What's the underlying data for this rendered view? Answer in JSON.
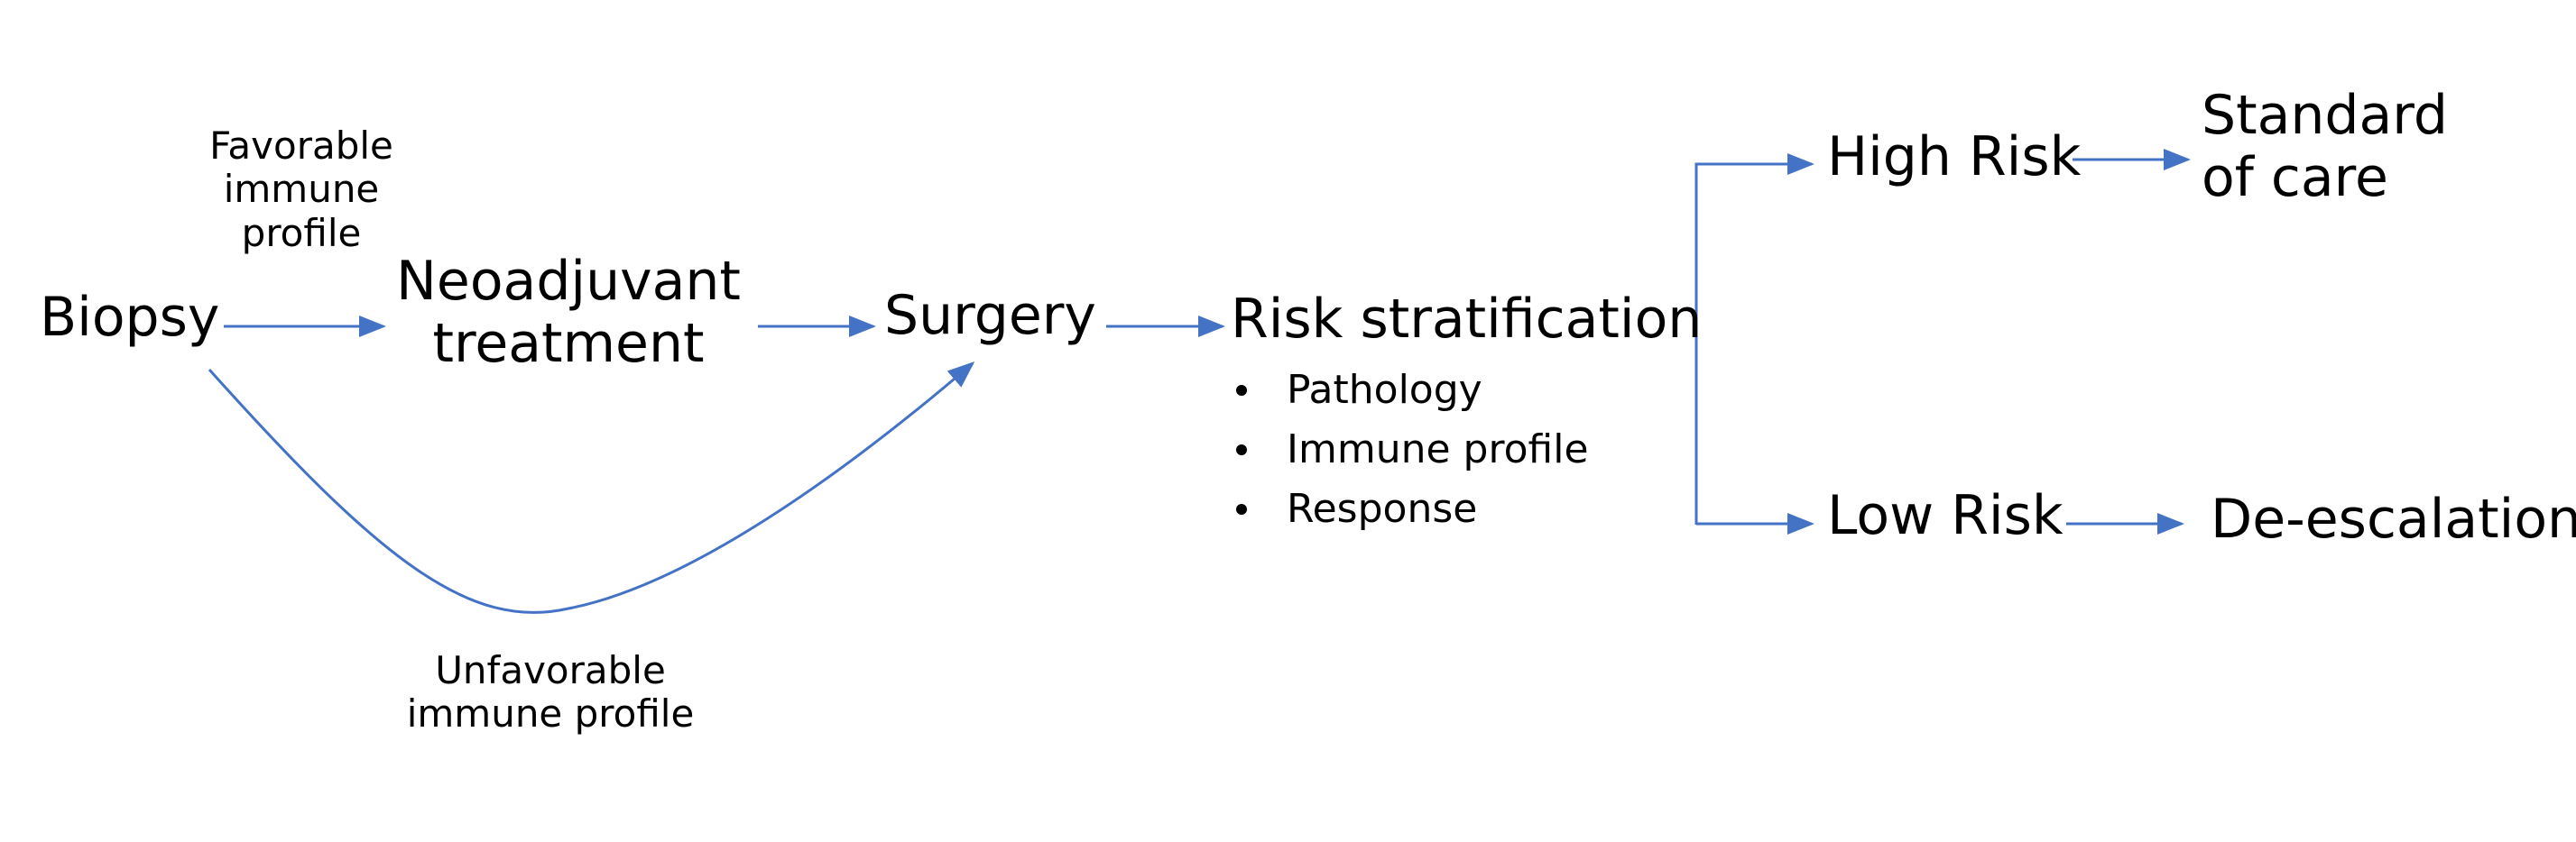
{
  "colors": {
    "connector": "#4472C4",
    "text": "#000000",
    "background": "#ffffff"
  },
  "nodes": {
    "biopsy": "Biopsy",
    "neoadjuvant_line1": "Neoadjuvant",
    "neoadjuvant_line2": "treatment",
    "surgery": "Surgery",
    "risk_stratification": "Risk stratification",
    "high_risk": "High Risk",
    "low_risk": "Low Risk",
    "standard_of_care_line1": "Standard",
    "standard_of_care_line2": "of care",
    "de_escalation": "De-escalation"
  },
  "edge_labels": {
    "favorable_line1": "Favorable",
    "favorable_line2": "immune",
    "favorable_line3": "profile",
    "unfavorable_line1": "Unfavorable",
    "unfavorable_line2": "immune profile"
  },
  "risk_factors": [
    "Pathology",
    "Immune profile",
    "Response"
  ]
}
